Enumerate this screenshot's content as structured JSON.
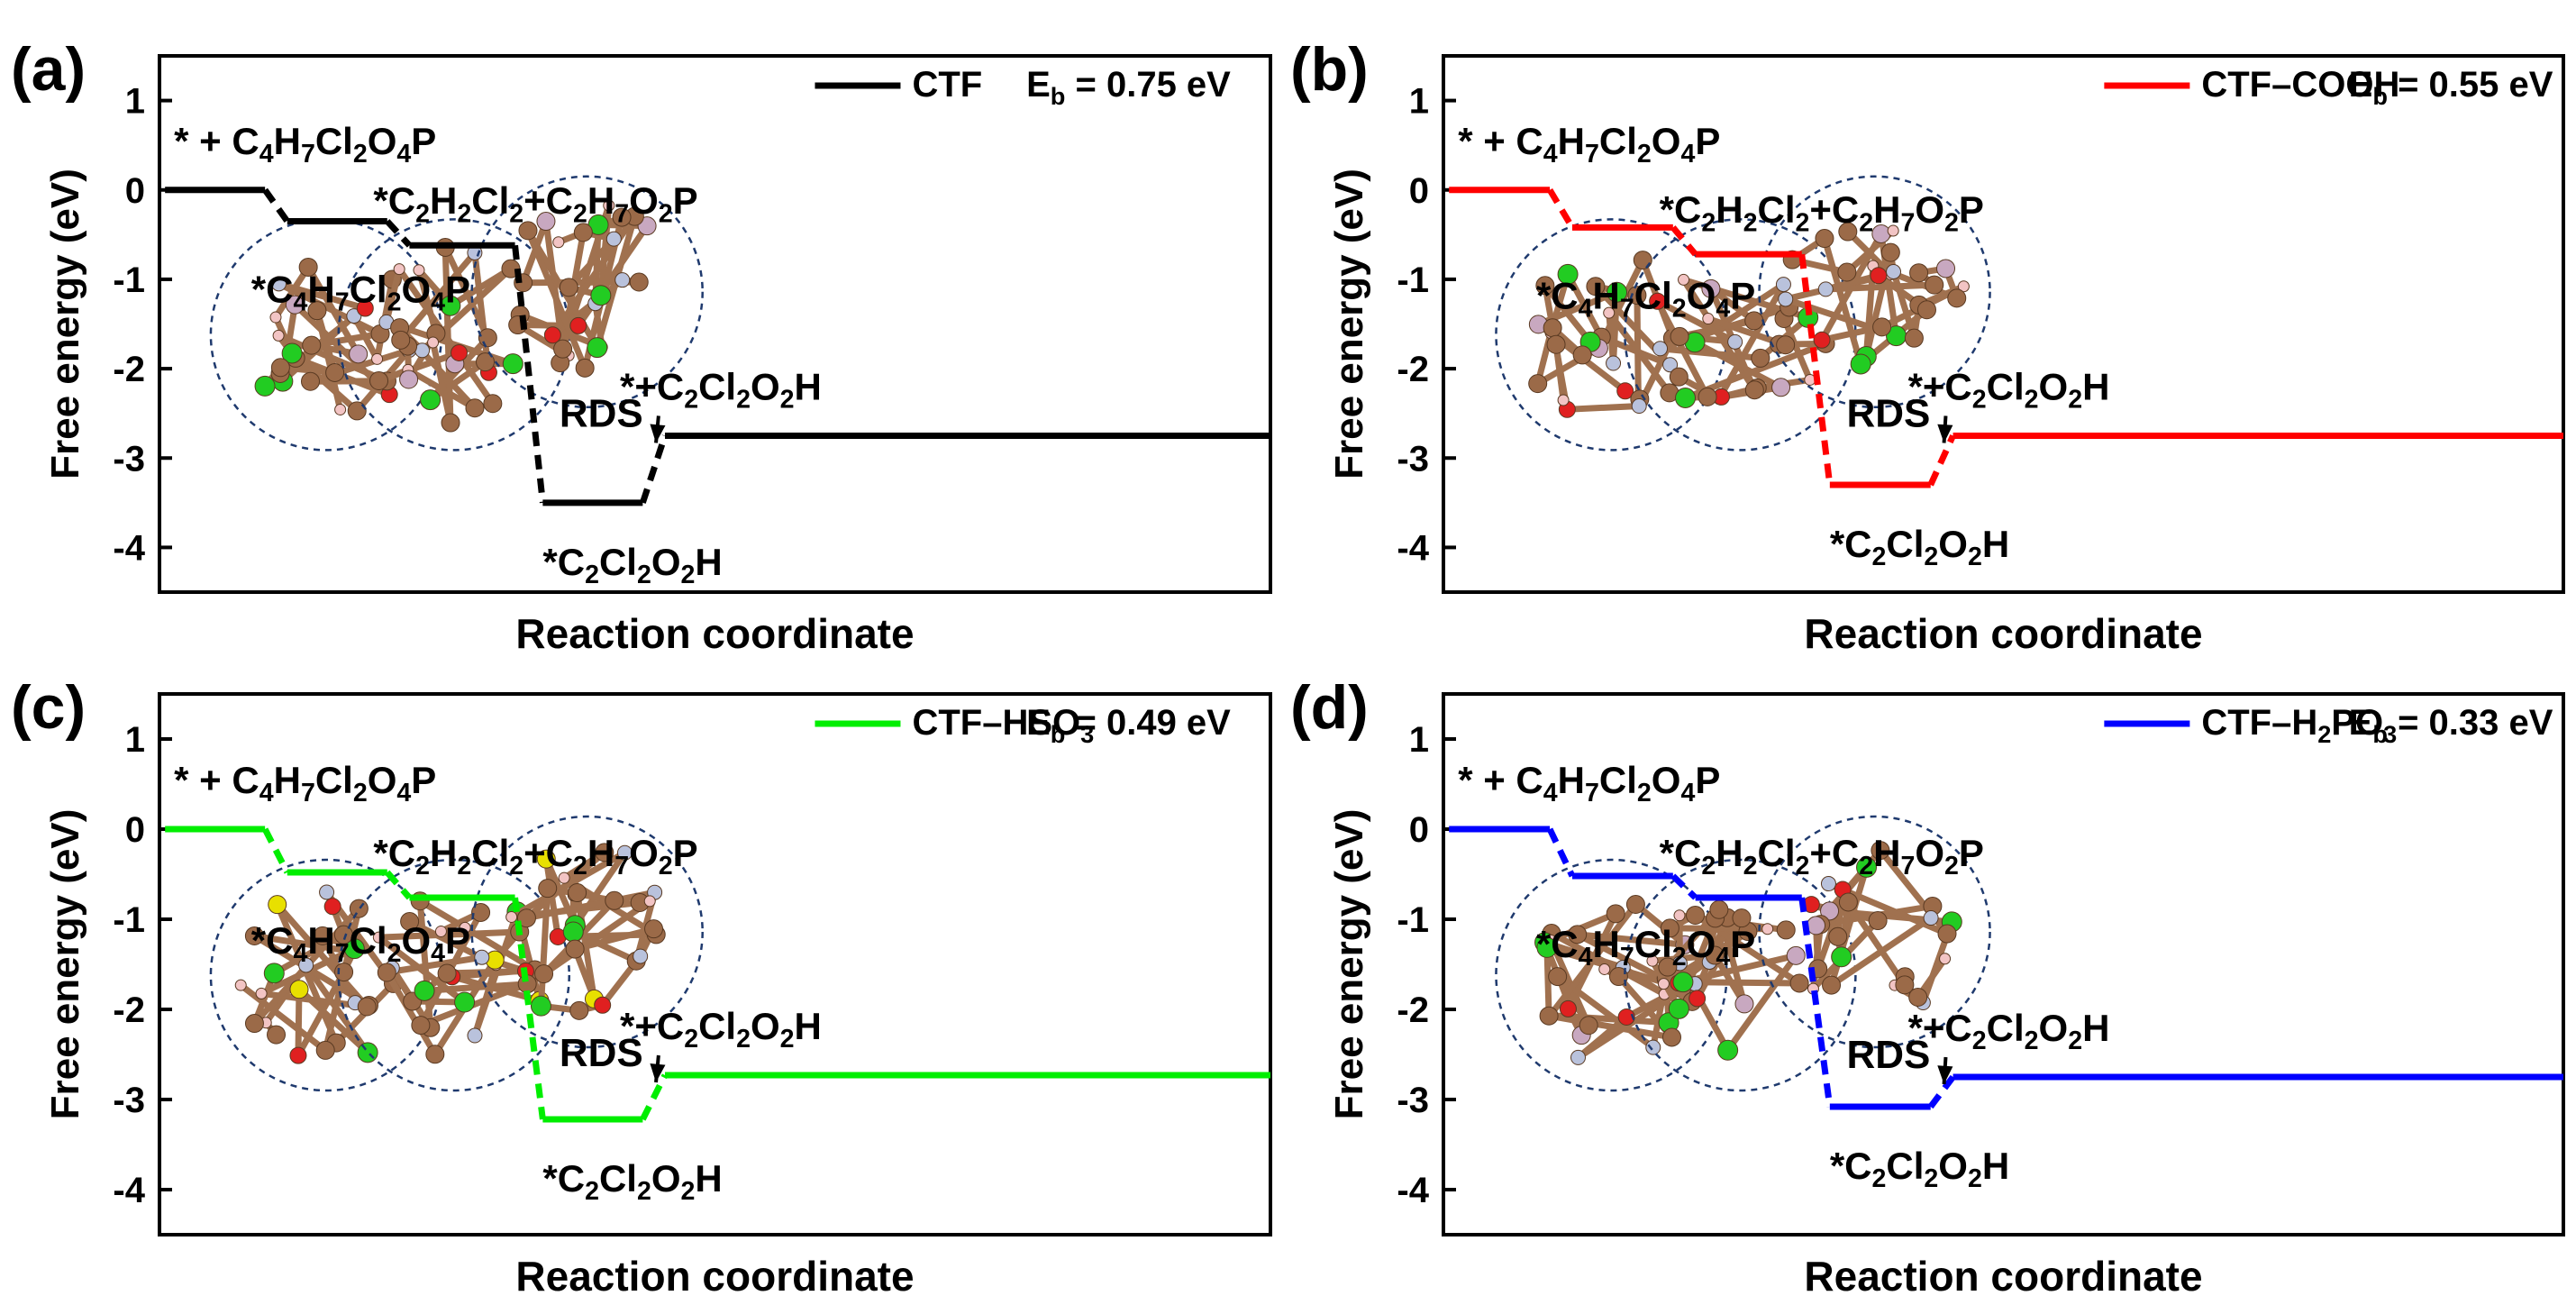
{
  "figure": {
    "panels": [
      "(a)",
      "(b)",
      "(c)",
      "(d)"
    ]
  },
  "chart_data": [
    {
      "type": "line",
      "panel_label": "(a)",
      "xlabel": "Reaction coordinate",
      "ylabel": "Free energy (eV)",
      "ylim": [
        -4.5,
        1.5
      ],
      "yticks": [
        "-4",
        "-3",
        "-2",
        "-1",
        "0",
        "1"
      ],
      "grid": false,
      "legend_position": "top-right",
      "series": [
        {
          "name": "CTF",
          "color": "#000000",
          "eb_label": "E_b = 0.75 eV",
          "steps": [
            {
              "label": "* + C4H7Cl2O4P",
              "value": 0.0
            },
            {
              "label": "*C4H7Cl2O4P",
              "value": -0.35
            },
            {
              "label": "*C2H2Cl2+C2H7O2P",
              "value": -0.62
            },
            {
              "label": "*C2Cl2O2H",
              "value": -3.5
            },
            {
              "label": "*+C2Cl2O2H",
              "value": -2.75
            }
          ]
        }
      ],
      "annotations": [
        "RDS"
      ]
    },
    {
      "type": "line",
      "panel_label": "(b)",
      "xlabel": "Reaction coordinate",
      "ylabel": "Free energy (eV)",
      "ylim": [
        -4.5,
        1.5
      ],
      "yticks": [
        "-4",
        "-3",
        "-2",
        "-1",
        "0",
        "1"
      ],
      "grid": false,
      "legend_position": "top-right",
      "series": [
        {
          "name": "CTF–COOH",
          "color": "#ff0000",
          "eb_label": "E_b = 0.55 eV",
          "steps": [
            {
              "label": "* + C4H7Cl2O4P",
              "value": 0.0
            },
            {
              "label": "*C4H7Cl2O4P",
              "value": -0.42
            },
            {
              "label": "*C2H2Cl2+C2H7O2P",
              "value": -0.72
            },
            {
              "label": "*C2Cl2O2H",
              "value": -3.3
            },
            {
              "label": "*+C2Cl2O2H",
              "value": -2.75
            }
          ]
        }
      ],
      "annotations": [
        "RDS"
      ]
    },
    {
      "type": "line",
      "panel_label": "(c)",
      "xlabel": "Reaction coordinate",
      "ylabel": "Free energy (eV)",
      "ylim": [
        -4.5,
        1.5
      ],
      "yticks": [
        "-4",
        "-3",
        "-2",
        "-1",
        "0",
        "1"
      ],
      "grid": false,
      "legend_position": "top-right",
      "series": [
        {
          "name": "CTF–HSO3",
          "color": "#00ee00",
          "eb_label": "E_b = 0.49 eV",
          "steps": [
            {
              "label": "* + C4H7Cl2O4P",
              "value": 0.0
            },
            {
              "label": "*C4H7Cl2O4P",
              "value": -0.48
            },
            {
              "label": "*C2H2Cl2+C2H7O2P",
              "value": -0.76
            },
            {
              "label": "*C2Cl2O2H",
              "value": -3.22
            },
            {
              "label": "*+C2Cl2O2H",
              "value": -2.73
            }
          ]
        }
      ],
      "annotations": [
        "RDS"
      ]
    },
    {
      "type": "line",
      "panel_label": "(d)",
      "xlabel": "Reaction coordinate",
      "ylabel": "Free energy (eV)",
      "ylim": [
        -4.5,
        1.5
      ],
      "yticks": [
        "-4",
        "-3",
        "-2",
        "-1",
        "0",
        "1"
      ],
      "grid": false,
      "legend_position": "top-right",
      "series": [
        {
          "name": "CTF–H2PO3",
          "color": "#0000ff",
          "eb_label": "E_b = 0.33 eV",
          "steps": [
            {
              "label": "* + C4H7Cl2O4P",
              "value": 0.0
            },
            {
              "label": "*C4H7Cl2O4P",
              "value": -0.52
            },
            {
              "label": "*C2H2Cl2+C2H7O2P",
              "value": -0.76
            },
            {
              "label": "*C2Cl2O2H",
              "value": -3.08
            },
            {
              "label": "*+C2Cl2O2H",
              "value": -2.75
            }
          ]
        }
      ],
      "annotations": [
        "RDS"
      ]
    }
  ]
}
